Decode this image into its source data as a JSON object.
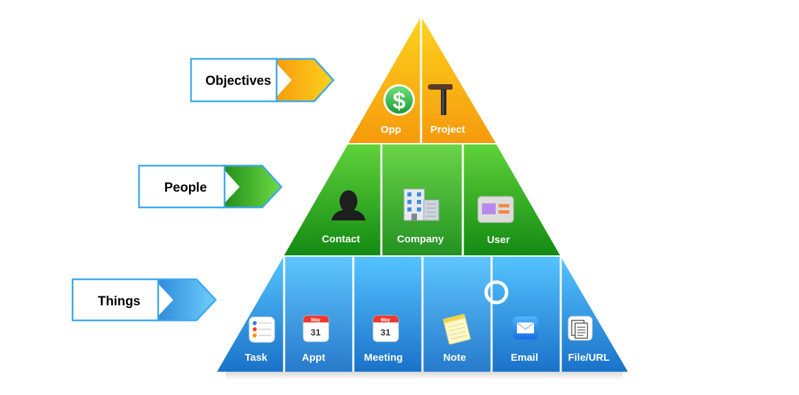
{
  "tiers": {
    "objectives": {
      "label": "Objectives",
      "items": [
        {
          "label": "Opp",
          "icon": "dollar-coin-icon"
        },
        {
          "label": "Project",
          "icon": "hammer-icon"
        }
      ],
      "colors": {
        "top": "#ffd21e",
        "bottom": "#f59a0c"
      }
    },
    "people": {
      "label": "People",
      "items": [
        {
          "label": "Contact",
          "icon": "person-silhouette-icon"
        },
        {
          "label": "Company",
          "icon": "office-building-icon"
        },
        {
          "label": "User",
          "icon": "user-card-icon"
        }
      ],
      "colors": {
        "top": "#5fd23a",
        "bottom": "#138a12"
      }
    },
    "things": {
      "label": "Things",
      "items": [
        {
          "label": "Task",
          "icon": "task-list-icon"
        },
        {
          "label": "Appt",
          "icon": "calendar-icon",
          "cal_month": "May",
          "cal_day": "31"
        },
        {
          "label": "Meeting",
          "icon": "calendar-icon",
          "cal_month": "May",
          "cal_day": "31"
        },
        {
          "label": "Note",
          "icon": "notepad-icon"
        },
        {
          "label": "Email",
          "icon": "envelope-icon"
        },
        {
          "label": "File/URL",
          "icon": "documents-icon"
        }
      ],
      "colors": {
        "top": "#55c3ff",
        "bottom": "#1a72c9"
      }
    }
  },
  "accent": "#3aa8f0"
}
